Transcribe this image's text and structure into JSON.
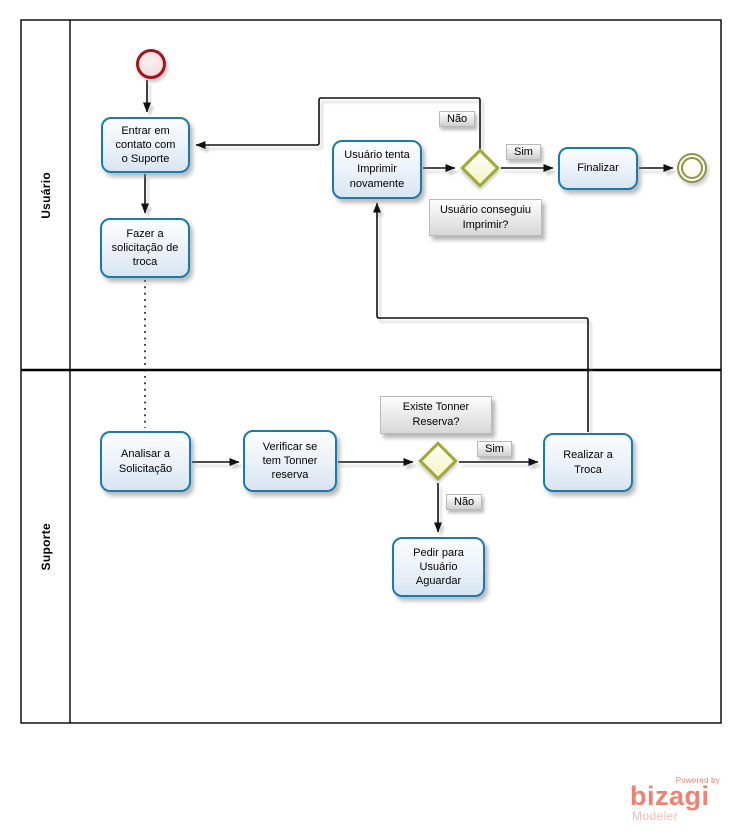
{
  "pool": {
    "lanes": {
      "usuario": "Usuário",
      "suporte": "Suporte"
    }
  },
  "tasks": {
    "entrar": "Entrar em contato com o Suporte",
    "fazer": "Fazer a solicitação de troca",
    "tenta": "Usuário tenta Imprimir novamente",
    "finalizar": "Finalizar",
    "analisar": "Analisar a Solicitação",
    "verificar": "Verificar se tem Tonner reserva",
    "realizar": "Realizar a Troca",
    "pedir": "Pedir para Usuário Aguardar"
  },
  "gateway_labels": {
    "top_nao": "Não",
    "top_sim": "Sim",
    "bottom_sim": "Sim",
    "bottom_nao": "Não"
  },
  "annotations": {
    "top": "Usuário conseguiu Imprimir?",
    "bottom": "Existe Tonner Reserva?"
  },
  "branding": {
    "powered_by": "Powered by",
    "logo": "bizagi",
    "product": "Modeler"
  },
  "colors": {
    "task_border": "#1a7aad",
    "gateway_border": "#a2a832",
    "start_event_border": "#a21420",
    "end_event_border": "#8f944a",
    "brand_accent": "#ee8270",
    "brand_light": "#f6bcb0"
  }
}
